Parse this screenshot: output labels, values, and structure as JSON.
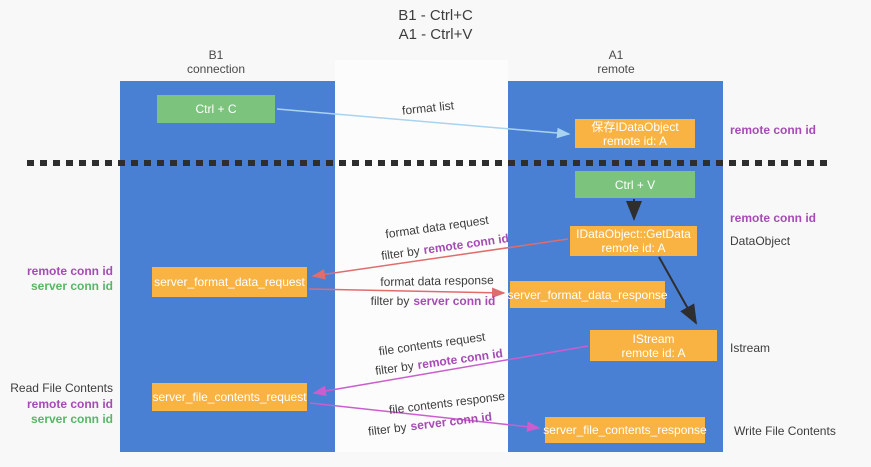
{
  "title": {
    "line1": "B1 - Ctrl+C",
    "line2": "A1 - Ctrl+V"
  },
  "lanes": {
    "left": {
      "title": "B1",
      "subtitle": "connection"
    },
    "right": {
      "title": "A1",
      "subtitle": "remote"
    }
  },
  "boxes": {
    "ctrl_c": {
      "label": "Ctrl + C"
    },
    "save_dataobject": {
      "line1": "保存IDataObject",
      "line2": "remote id: A"
    },
    "ctrl_v": {
      "label": "Ctrl + V"
    },
    "getdata": {
      "line1": "IDataObject::GetData",
      "line2": "remote id: A"
    },
    "format_request": {
      "label": "server_format_data_request"
    },
    "format_response": {
      "label": "server_format_data_response"
    },
    "istream": {
      "line1": "IStream",
      "line2": "remote id: A"
    },
    "file_request": {
      "label": "server_file_contents_request"
    },
    "file_response": {
      "label": "server_file_contents_response"
    }
  },
  "flow_labels": {
    "format_list": "format list",
    "format_data_request": "format data request",
    "format_data_response": "format data response",
    "file_contents_request": "file contents request",
    "file_contents_response": "file contents response",
    "filter_by": "filter by",
    "remote_conn_id": "remote conn id",
    "server_conn_id": "server conn id"
  },
  "side_labels": {
    "remote_conn_id": "remote conn id",
    "server_conn_id": "server conn id",
    "read_file_contents": "Read File Contents",
    "write_file_contents": "Write File Contents",
    "dataobject": "DataObject",
    "istream": "Istream"
  },
  "colors": {
    "lane_blue": "#4a80d4",
    "box_orange": "#f9b342",
    "box_green": "#7cc47e",
    "arrow_blue": "#a9d3ef",
    "arrow_red": "#e06c6c",
    "arrow_magenta": "#cb5ece",
    "arrow_black": "#2e2e2e",
    "text_purple": "#a64bb5",
    "text_green": "#58b668"
  }
}
